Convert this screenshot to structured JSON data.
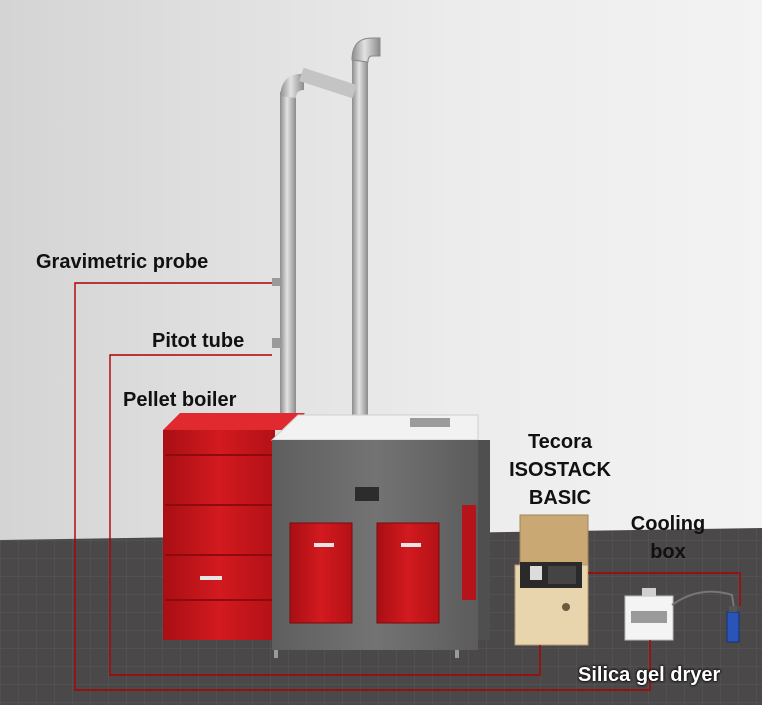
{
  "labels": {
    "gravimetric_probe": "Gravimetric probe",
    "pitot_tube": "Pitot tube",
    "pellet_boiler": "Pellet boiler",
    "tecora_line1": "Tecora",
    "tecora_line2": "ISOSTACK",
    "tecora_line3": "BASIC",
    "cooling_line1": "Cooling",
    "cooling_line2": "box",
    "silica_gel_dryer": "Silica gel dryer"
  },
  "colors": {
    "wall": "#e6e6e6",
    "floor": "#4a4848",
    "boiler_red": "#c9161c",
    "cabinet_gray": "#6a6a6a",
    "tubing": "#b00000",
    "chimney": "#b8b8b8"
  }
}
